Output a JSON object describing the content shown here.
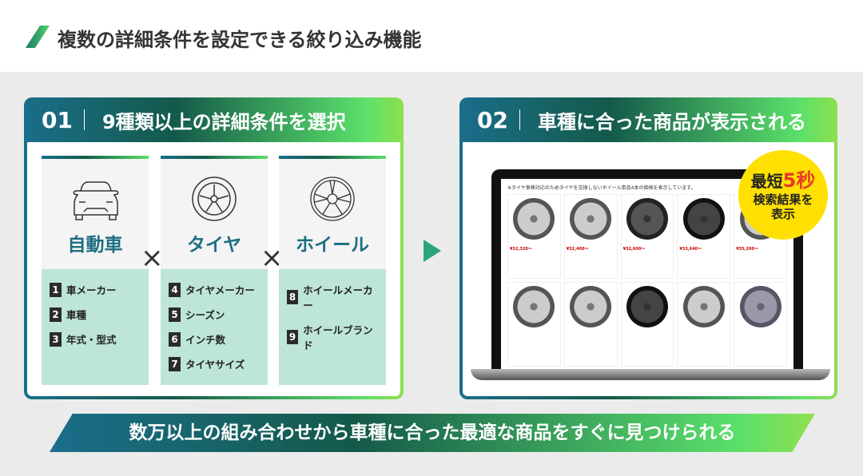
{
  "title": "複数の詳細条件を設定できる絞り込み機能",
  "step1": {
    "num": "01",
    "heading": "9種類以上の詳細条件を選択",
    "columns": [
      {
        "label": "自動車",
        "items": [
          {
            "n": "1",
            "t": "車メーカー"
          },
          {
            "n": "2",
            "t": "車種"
          },
          {
            "n": "3",
            "t": "年式・型式"
          }
        ]
      },
      {
        "label": "タイヤ",
        "items": [
          {
            "n": "4",
            "t": "タイヤメーカー"
          },
          {
            "n": "5",
            "t": "シーズン"
          },
          {
            "n": "6",
            "t": "インチ数"
          },
          {
            "n": "7",
            "t": "タイヤサイズ"
          }
        ]
      },
      {
        "label": "ホイール",
        "items": [
          {
            "n": "8",
            "t": "ホイールメーカー"
          },
          {
            "n": "9",
            "t": "ホイールブランド"
          }
        ]
      }
    ],
    "times": "×"
  },
  "step2": {
    "num": "02",
    "heading": "車種に合った商品が表示される",
    "screen_caption": "※タイヤ車検対応のためタイヤを交換しないホイール単品4本の価格を表示しています。",
    "prices": [
      "¥32,320〜",
      "¥32,400〜",
      "¥32,600〜",
      "¥33,640〜",
      "¥35,200〜"
    ],
    "badge": {
      "line1a": "最短",
      "line1b": "5秒",
      "line2": "検索結果を",
      "line3": "表示"
    }
  },
  "banner": "数万以上の組み合わせから車種に合った最適な商品をすぐに見つけられる"
}
